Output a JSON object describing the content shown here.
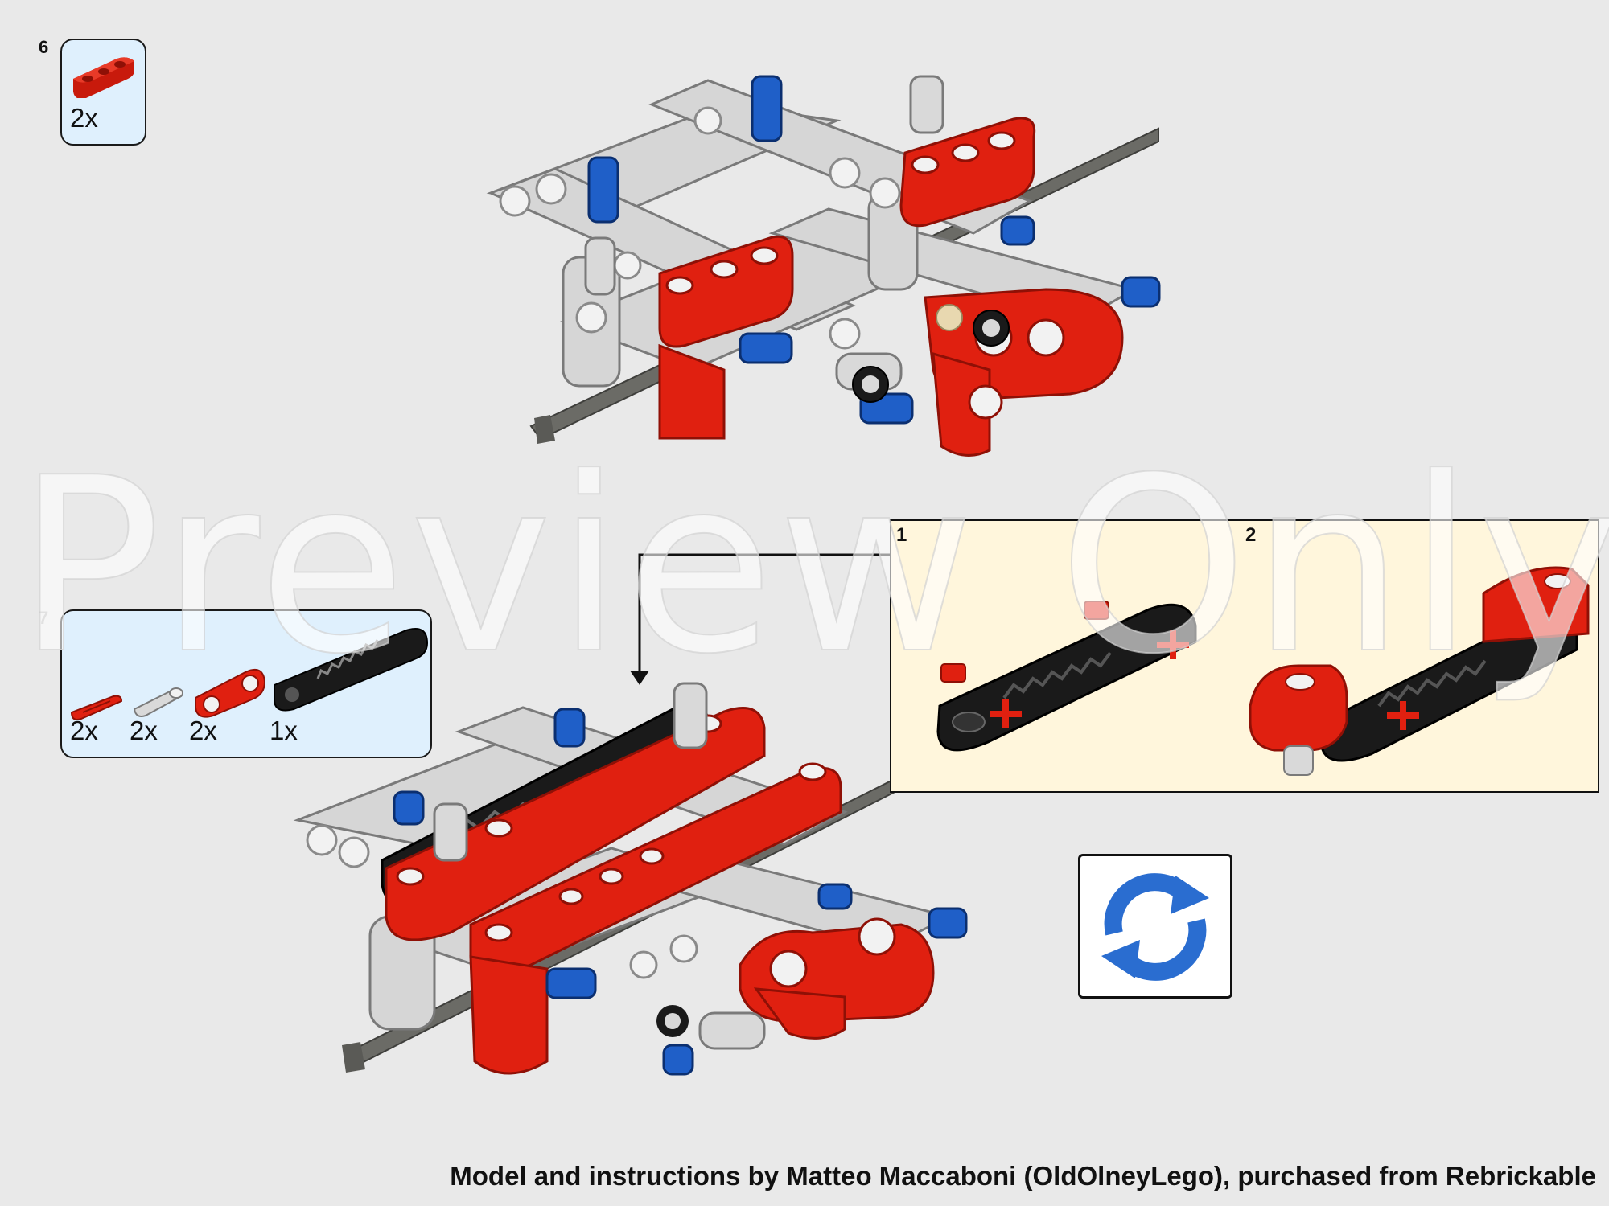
{
  "step6": {
    "number": "6",
    "parts": [
      {
        "icon": "red-liftarm-1x3-icon",
        "qty": "2x"
      }
    ]
  },
  "step7": {
    "number": "7",
    "parts": [
      {
        "icon": "red-axle-pin-icon",
        "qty": "2x"
      },
      {
        "icon": "gray-connector-pin-icon",
        "qty": "2x"
      },
      {
        "icon": "red-pin-connector-icon",
        "qty": "2x"
      },
      {
        "icon": "black-gear-rack-icon",
        "qty": "1x"
      }
    ],
    "subassembly": {
      "steps": [
        {
          "number": "1"
        },
        {
          "number": "2"
        }
      ]
    },
    "rotate_icon": "rotate-model-icon"
  },
  "watermark": "Preview Only",
  "footer": "Model and instructions by Matteo Maccaboni (OldOlneyLego), purchased from Rebrickable",
  "colors": {
    "background": "#e9e9e9",
    "parts_box": "#dff0fd",
    "subassembly_box": "#fff6dc",
    "lego_red": "#e02010",
    "lego_blue": "#1f5fc8",
    "lego_gray": "#cfcfcf",
    "lego_black": "#1a1a1a",
    "axle_dark": "#6b6b66",
    "rotate_blue": "#2a6dd0"
  }
}
